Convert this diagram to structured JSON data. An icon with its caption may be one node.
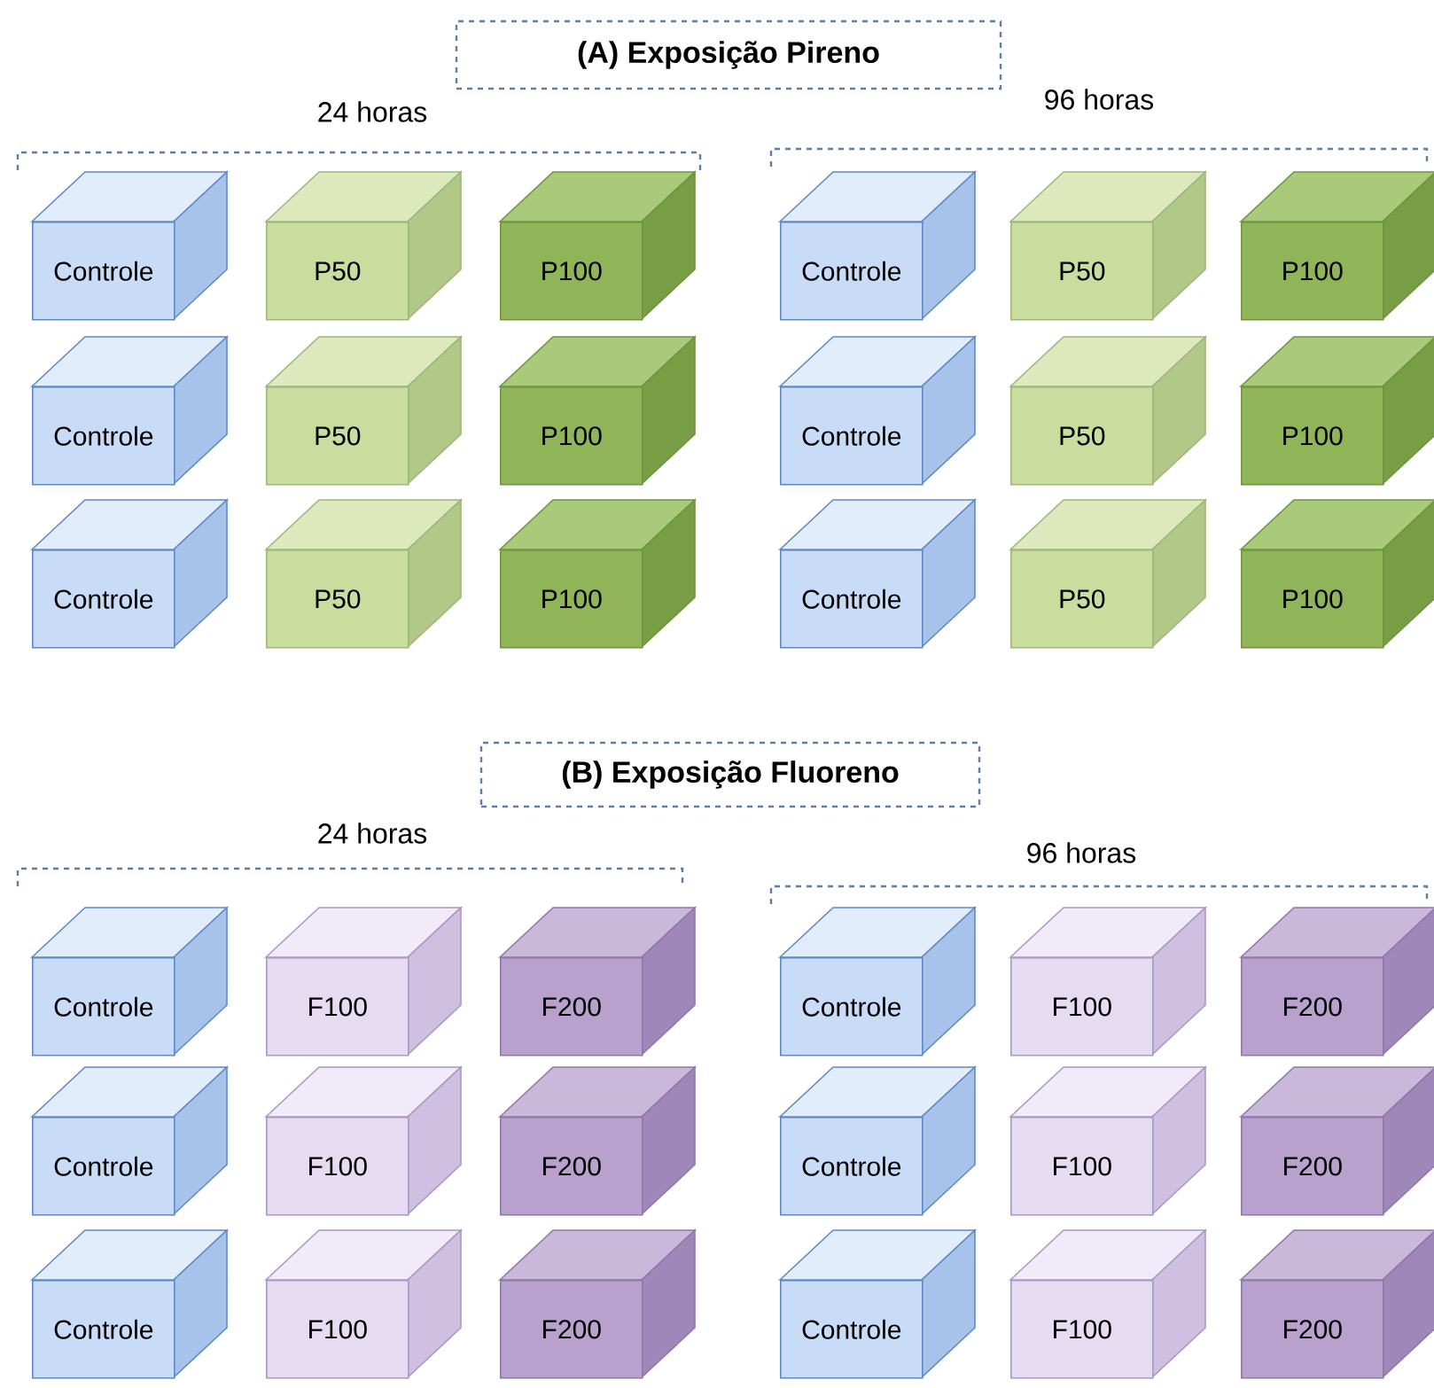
{
  "diagram": {
    "nodes": [
      {
        "text": [
          "(A) Exposição Pireno"
        ]
      },
      {
        "text": [
          "Controle"
        ]
      },
      {
        "text": [
          "P50"
        ]
      },
      {
        "text": [
          "P100"
        ]
      },
      {
        "text": [
          "Controle"
        ]
      },
      {
        "text": [
          "P50"
        ]
      },
      {
        "text": [
          "P100"
        ]
      },
      {
        "text": [
          "Controle"
        ]
      },
      {
        "text": [
          "P50"
        ]
      },
      {
        "text": [
          "P100"
        ]
      },
      {
        "text": [
          "Controle"
        ]
      },
      {
        "text": [
          "P50"
        ]
      },
      {
        "text": [
          "P100"
        ]
      },
      {
        "text": [
          "Controle"
        ]
      },
      {
        "text": [
          "P50"
        ]
      },
      {
        "text": [
          "P100"
        ]
      },
      {
        "text": [
          "Controle"
        ]
      },
      {
        "text": [
          "P50"
        ]
      },
      {
        "text": [
          "P100"
        ]
      },
      {
        "text": [
          "(B) Exposição Fluoreno"
        ]
      },
      {
        "text": [
          "Controle"
        ]
      },
      {
        "text": [
          "F100"
        ]
      },
      {
        "text": [
          "F200"
        ]
      },
      {
        "text": [
          "Controle"
        ]
      },
      {
        "text": [
          "F100"
        ]
      },
      {
        "text": [
          "F200"
        ]
      },
      {
        "text": [
          "Controle"
        ]
      },
      {
        "text": [
          "F100"
        ]
      },
      {
        "text": [
          "F200"
        ]
      },
      {
        "text": [
          "Controle"
        ]
      },
      {
        "text": [
          "F100"
        ]
      },
      {
        "text": [
          "F200"
        ]
      },
      {
        "text": [
          "Controle"
        ]
      },
      {
        "text": [
          "F100"
        ]
      },
      {
        "text": [
          "F200"
        ]
      },
      {
        "text": [
          "Controle"
        ]
      },
      {
        "text": [
          "F100"
        ]
      },
      {
        "text": [
          "F200"
        ]
      }
    ],
    "edges": [],
    "labels": [
      "24 horas",
      "96 horas",
      "24 horas",
      "96 horas"
    ]
  }
}
